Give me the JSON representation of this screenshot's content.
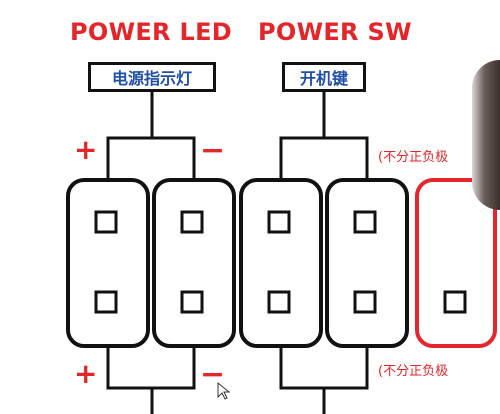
{
  "colors": {
    "title_red": "#e4262a",
    "label_blue": "#1f4fa8",
    "line_black": "#111111",
    "accent_red": "#e4262a"
  },
  "power_led": {
    "title": "POWER LED",
    "label": "电源指示灯",
    "plus_top": "+",
    "minus_top": "−",
    "plus_bottom": "+",
    "minus_bottom": "−"
  },
  "power_sw": {
    "title": "POWER SW",
    "label": "开机键",
    "note_top": "(不分正负极",
    "note_bottom": "(不分正负极"
  },
  "icons": {
    "cursor": "mouse-pointer-icon"
  }
}
